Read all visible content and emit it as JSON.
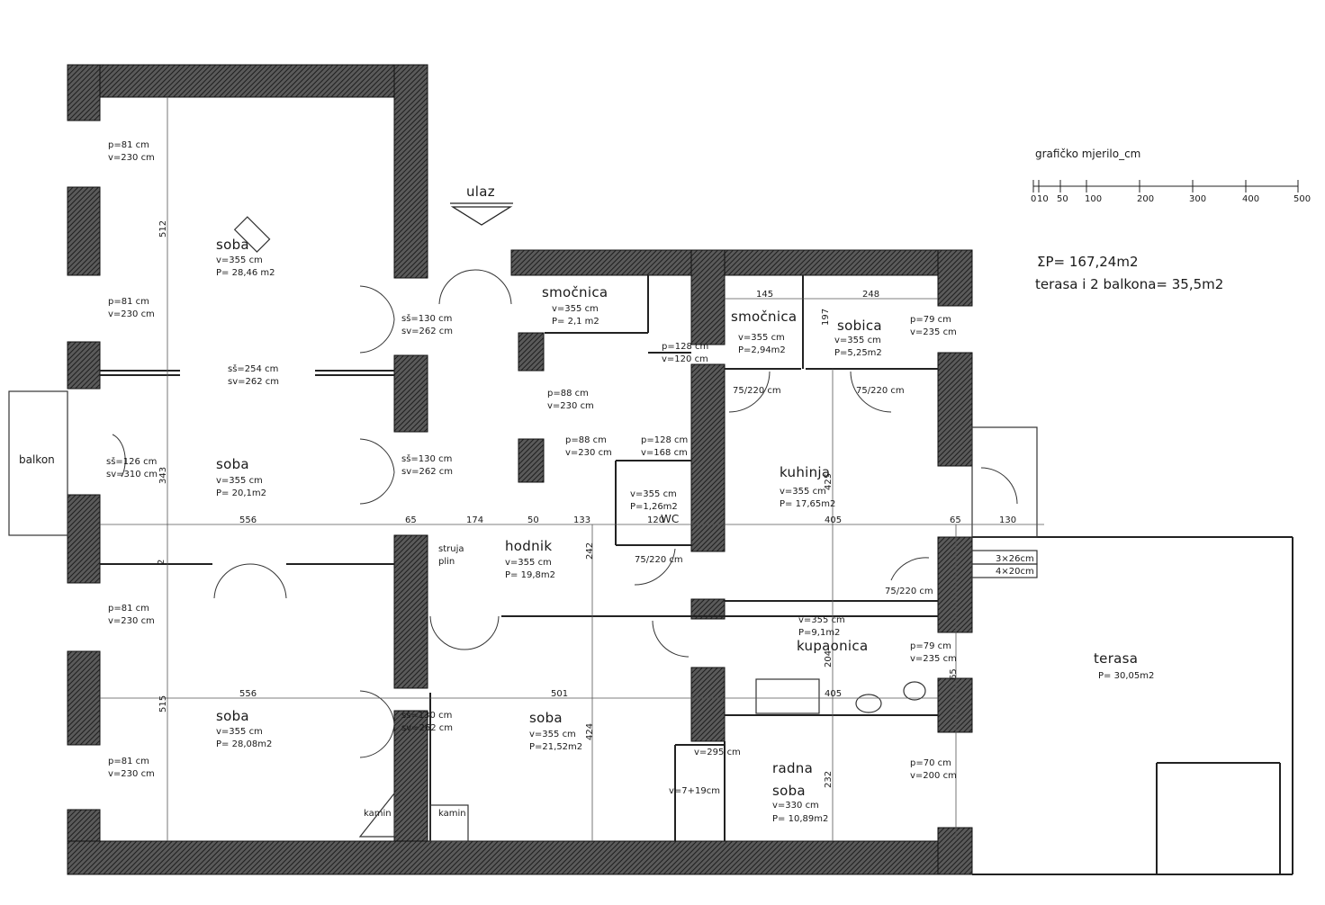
{
  "scale": {
    "title": "grafičko mjerilo_cm",
    "ticks": [
      "0",
      "10",
      "50",
      "100",
      "200",
      "300",
      "400",
      "500"
    ]
  },
  "summary": {
    "total_area": "ΣP= 167,24m2",
    "terrace": "terasa i 2 balkona= 35,5m2"
  },
  "entrance": "ulaz",
  "rooms": {
    "soba1": {
      "name": "soba",
      "v": "v=355 cm",
      "p": "P= 28,46 m2"
    },
    "soba2": {
      "name": "soba",
      "v": "v=355 cm",
      "p": "P= 20,1m2"
    },
    "soba3": {
      "name": "soba",
      "v": "v=355 cm",
      "p": "P= 28,08m2"
    },
    "soba4": {
      "name": "soba",
      "v": "v=355 cm",
      "p": "P=21,52m2"
    },
    "smocnica1": {
      "name": "smočnica",
      "v": "v=355 cm",
      "p": "P= 2,1 m2"
    },
    "smocnica2": {
      "name": "smočnica",
      "v": "v=355 cm",
      "p": "P=2,94m2"
    },
    "sobica": {
      "name": "sobica",
      "v": "v=355 cm",
      "p": "P=5,25m2"
    },
    "kuhinja": {
      "name": "kuhinja",
      "v": "v=355 cm",
      "p": "P= 17,65m2"
    },
    "hodnik": {
      "name": "hodnik",
      "v": "v=355 cm",
      "p": "P= 19,8m2"
    },
    "wc": {
      "name": "WC",
      "v": "v=355 cm",
      "p": "P=1,26m2"
    },
    "kupaonica": {
      "name": "kupaonica",
      "v": "v=355 cm",
      "p": "P=9,1m2"
    },
    "radna1": "radna",
    "radna2": "soba",
    "radna_v": "v=330 cm",
    "radna_p": "P= 10,89m2",
    "terasa": {
      "name": "terasa",
      "p": "P= 30,05m2"
    }
  },
  "labels": {
    "balkon": "balkon",
    "struja": "struja",
    "plin": "plin",
    "kamin": "kamin",
    "stairs1": "3×26cm",
    "stairs2": "4×20cm"
  },
  "windows": {
    "w1p": "p=81 cm",
    "w1v": "v=230 cm",
    "w2p": "p=81 cm",
    "w2v": "v=230 cm",
    "w3p": "p=81 cm",
    "w3v": "v=230 cm",
    "w4p": "p=81 cm",
    "w4v": "v=230 cm",
    "w5p": "p=88 cm",
    "w5v": "v=230 cm",
    "w6p": "p=88 cm",
    "w6v": "v=230 cm",
    "w7p": "p=128 cm",
    "w7v": "v=120 cm",
    "w8p": "p=128 cm",
    "w8v": "v=168 cm",
    "w9p": "p=79 cm",
    "w9v": "v=235 cm",
    "w10p": "p=79 cm",
    "w10v": "v=235 cm",
    "w11p": "p=70 cm",
    "w11v": "v=200 cm",
    "v295": "v=295 cm",
    "v7": "v=7+19cm"
  },
  "doors": {
    "d1s": "sš=130 cm",
    "d1v": "sv=262 cm",
    "d2s": "sš=254 cm",
    "d2v": "sv=262 cm",
    "d3s": "sš=130 cm",
    "d3v": "sv=262 cm",
    "d4s": "sš=126 cm",
    "d4v": "sv=310 cm",
    "d5s": "sš=130 cm",
    "d5v": "sv=262 cm",
    "d6": "75/220 cm",
    "d7": "75/220 cm",
    "d8": "75/220 cm",
    "d9": "75/220 cm"
  },
  "dims": {
    "d512": "512",
    "d343": "343",
    "d515": "515",
    "d2": "2",
    "d556a": "556",
    "d556b": "556",
    "d65a": "65",
    "d174": "174",
    "d50": "50",
    "d133": "133",
    "d242": "242",
    "d405a": "405",
    "d405b": "405",
    "d65b": "65",
    "d130": "130",
    "d425": "425",
    "d204": "204",
    "d65c": "65",
    "d501": "501",
    "d424": "424",
    "d232": "232",
    "d145": "145",
    "d248": "248",
    "d197": "197",
    "d120wc": "120"
  }
}
